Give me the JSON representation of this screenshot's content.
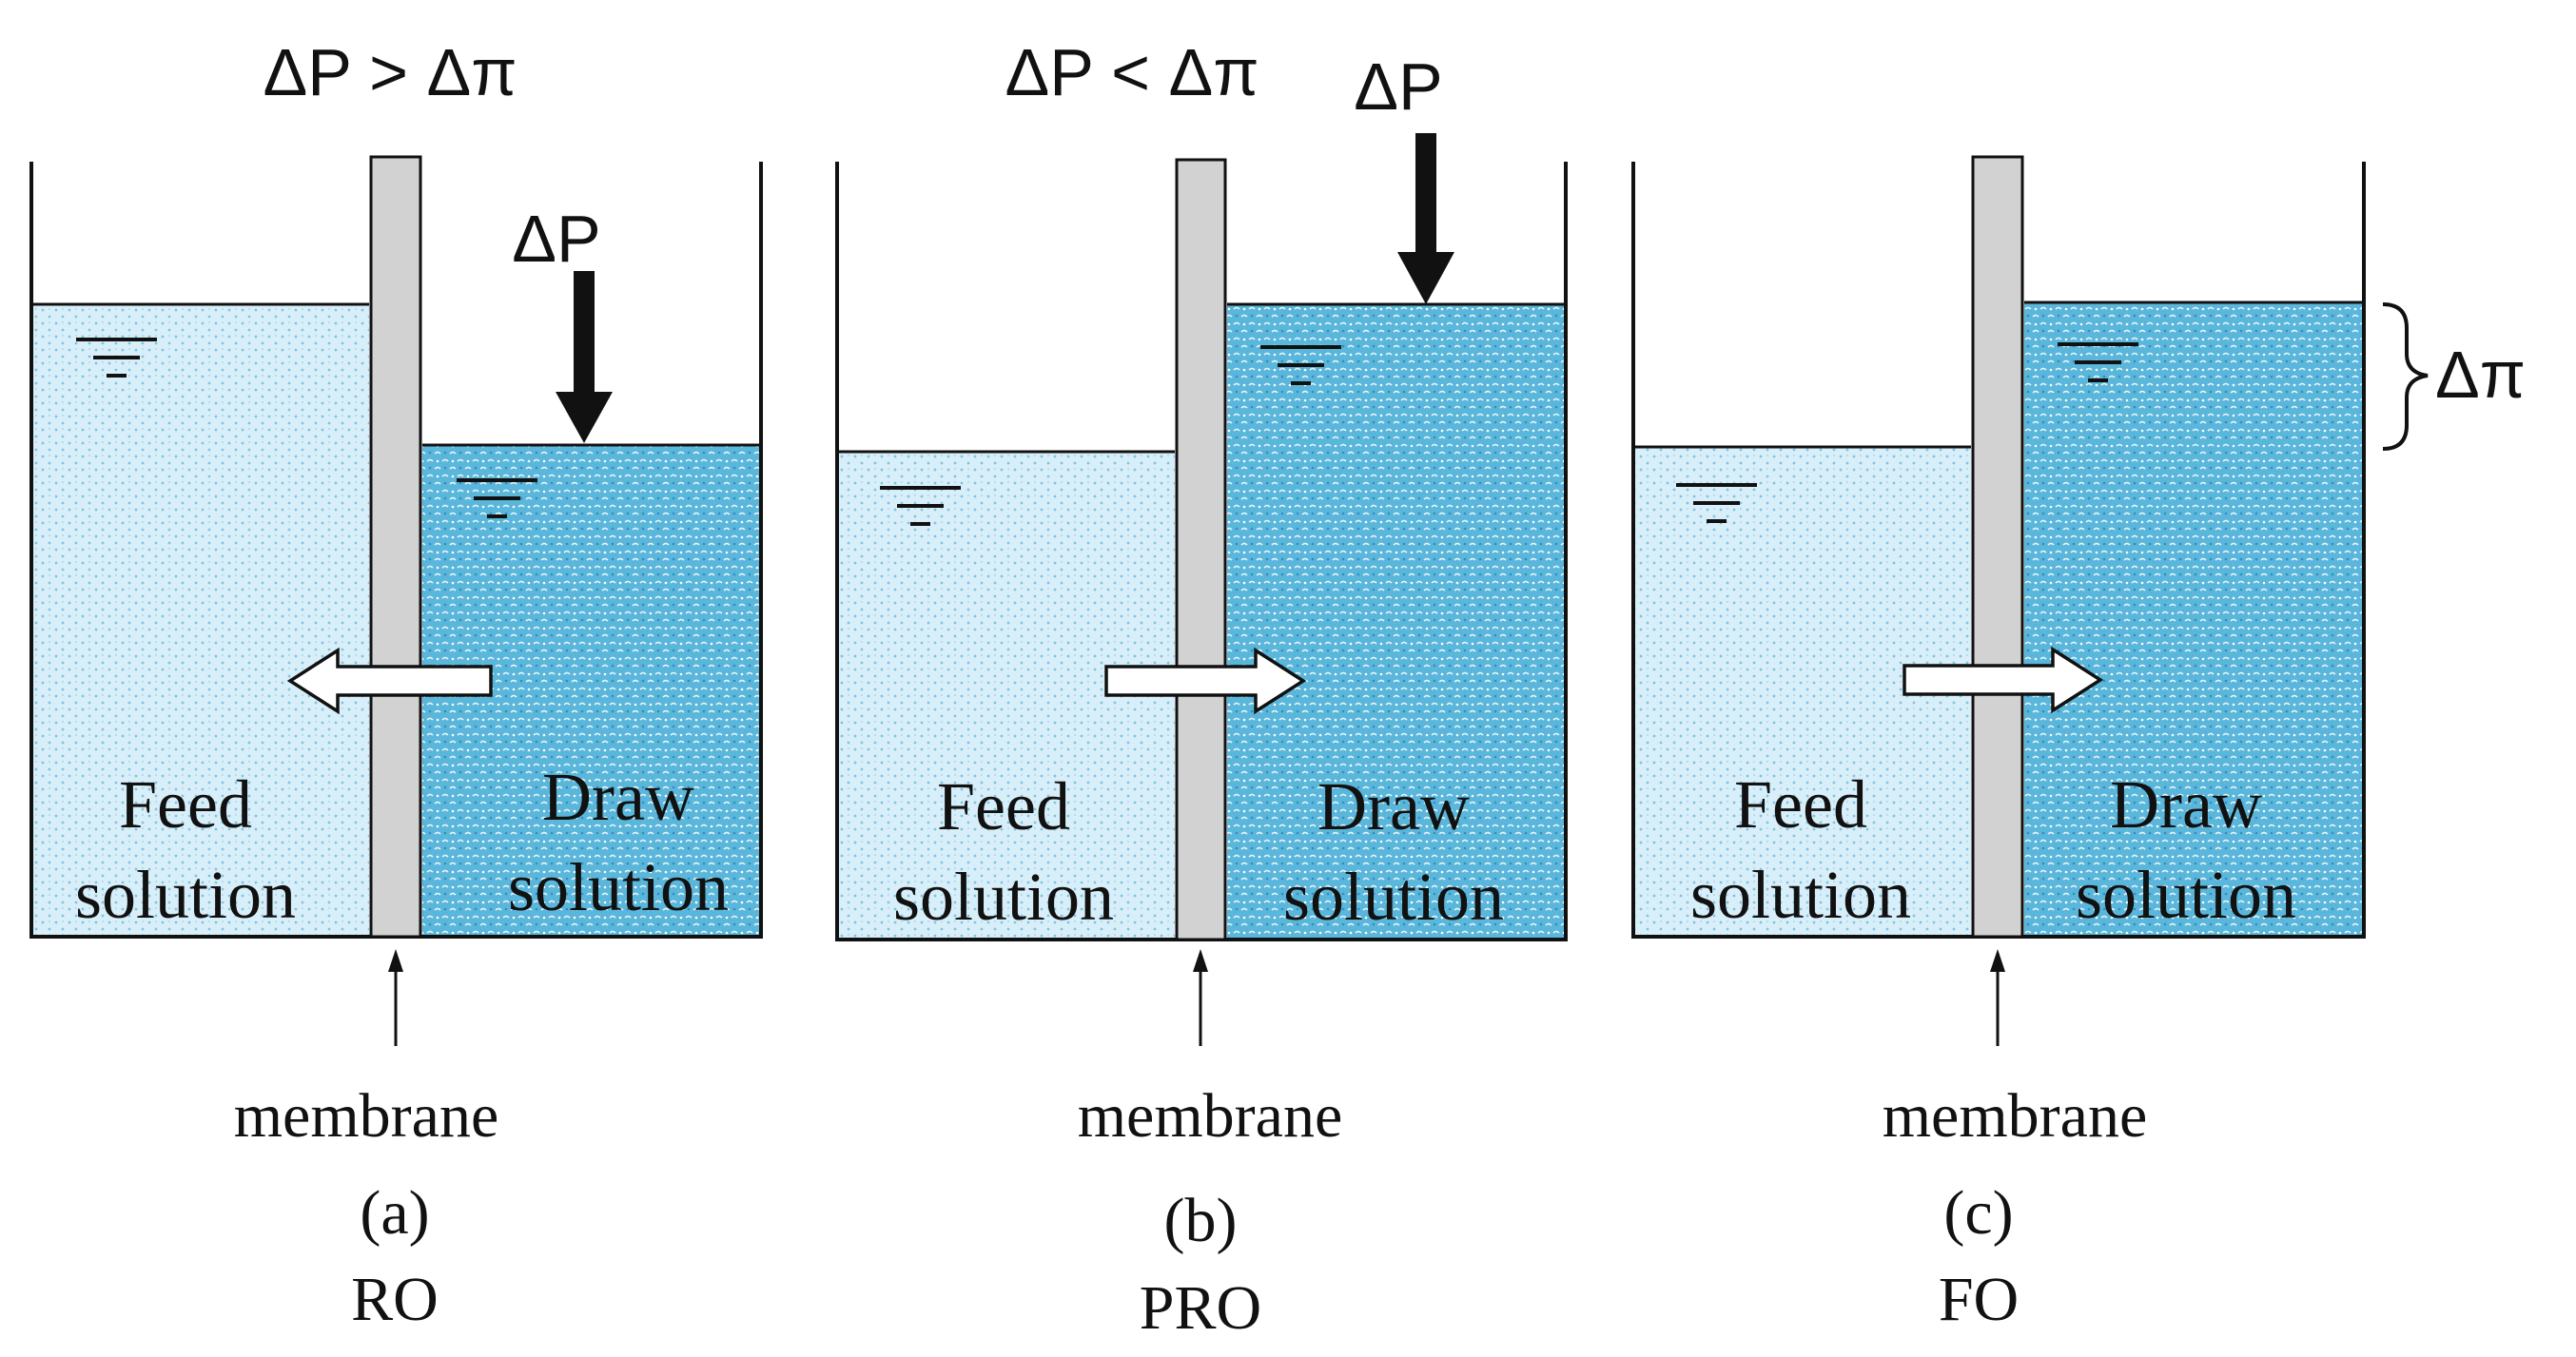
{
  "panels": [
    {
      "id": "a",
      "condition": "ΔP > Δπ",
      "pressure_label": "ΔP",
      "feed_label": [
        "Feed",
        "solution"
      ],
      "draw_label": [
        "Draw",
        "solution"
      ],
      "membrane_label": "membrane",
      "letter": "(a)",
      "process": "RO",
      "flow_direction": "toward feed"
    },
    {
      "id": "b",
      "condition": "ΔP < Δπ",
      "pressure_label": "ΔP",
      "feed_label": [
        "Feed",
        "solution"
      ],
      "draw_label": [
        "Draw",
        "solution"
      ],
      "membrane_label": "membrane",
      "letter": "(b)",
      "process": "PRO",
      "flow_direction": "toward draw"
    },
    {
      "id": "c",
      "condition": "",
      "pressure_label": "",
      "feed_label": [
        "Feed",
        "solution"
      ],
      "draw_label": [
        "Draw",
        "solution"
      ],
      "membrane_label": "membrane",
      "letter": "(c)",
      "process": "FO",
      "flow_direction": "toward draw",
      "osmotic_label": "Δπ"
    }
  ],
  "colors": {
    "feed": "#d6eef8",
    "draw": "#5cb8dc",
    "membrane": "#d0d0d0",
    "outline": "#111111"
  }
}
